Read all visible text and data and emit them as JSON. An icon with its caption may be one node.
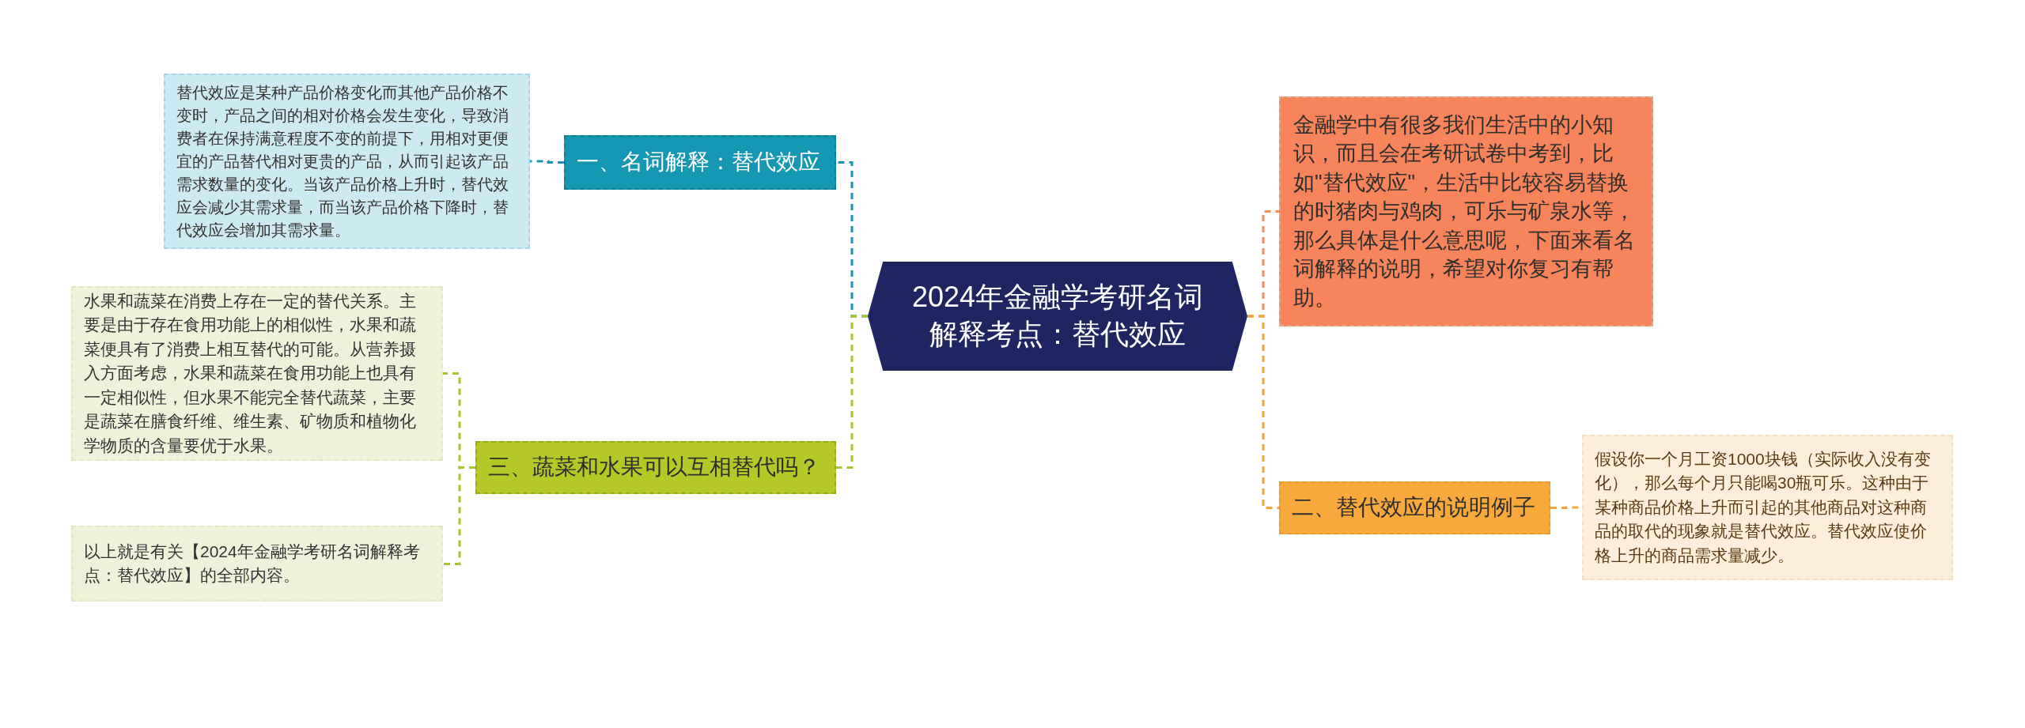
{
  "diagram": {
    "nodes": [
      {
        "text": [
          "2024年金融学考研名词解释考点：替代效应"
        ]
      },
      {
        "text": [
          "一、名词解释：替代效应"
        ]
      },
      {
        "text": [
          "替代效应是某种产品价格变化而其他产品价格不变时，产品之间的相对价格会发生变化，导致消费者在保持满意程度不变的前提下，用相对更便宜的产品替代相对更贵的产品，从而引起该产品需求数量的变化。当该产品价格上升时，替代效应会减少其需求量，而当该产品价格下降时，替代效应会增加其需求量。"
        ]
      },
      {
        "text": [
          "三、蔬菜和水果可以互相替代吗？"
        ]
      },
      {
        "text": [
          "水果和蔬菜在消费上存在一定的替代关系。主要是由于存在食用功能上的相似性，水果和蔬菜便具有了消费上相互替代的可能。从营养摄入方面考虑，水果和蔬菜在食用功能上也具有一定相似性，但水果不能完全替代蔬菜，主要是蔬菜在膳食纤维、维生素、矿物质和植物化学物质的含量要优于水果。"
        ]
      },
      {
        "text": [
          "以上就是有关【2024年金融学考研名词解释考点：替代效应】的全部内容。"
        ]
      },
      {
        "text": [
          "金融学中有很多我们生活中的小知识，而且会在考研试卷中考到，比如\"替代效应\"，生活中比较容易替换的时猪肉与鸡肉，可乐与矿泉水等，那么具体是什么意思呢，下面来看名词解释的说明，希望对你复习有帮助。"
        ]
      },
      {
        "text": [
          "二、替代效应的说明例子"
        ]
      },
      {
        "text": [
          "假设你一个月工资1000块钱（实际收入没有变化），那么每个月只能喝30瓶可乐。这种由于某种商品价格上升而引起的其他商品对这种商品的取代的现象就是替代效应。替代效应使价格上升的商品需求量减少。"
        ]
      }
    ],
    "edges": [
      {
        "from": 0,
        "to": 1,
        "arrow": "none",
        "color": "#1597b3"
      },
      {
        "from": 1,
        "to": 2,
        "arrow": "none",
        "color": "#1597b3"
      },
      {
        "from": 0,
        "to": 3,
        "arrow": "none",
        "color": "#a9c42e"
      },
      {
        "from": 3,
        "to": 4,
        "arrow": "none",
        "color": "#a9c42e"
      },
      {
        "from": 3,
        "to": 5,
        "arrow": "none",
        "color": "#a9c42e"
      },
      {
        "from": 0,
        "to": 6,
        "arrow": "none",
        "color": "#ef8d5f"
      },
      {
        "from": 0,
        "to": 7,
        "arrow": "none",
        "color": "#f0a63c"
      },
      {
        "from": 7,
        "to": 8,
        "arrow": "none",
        "color": "#f0a63c"
      }
    ]
  }
}
